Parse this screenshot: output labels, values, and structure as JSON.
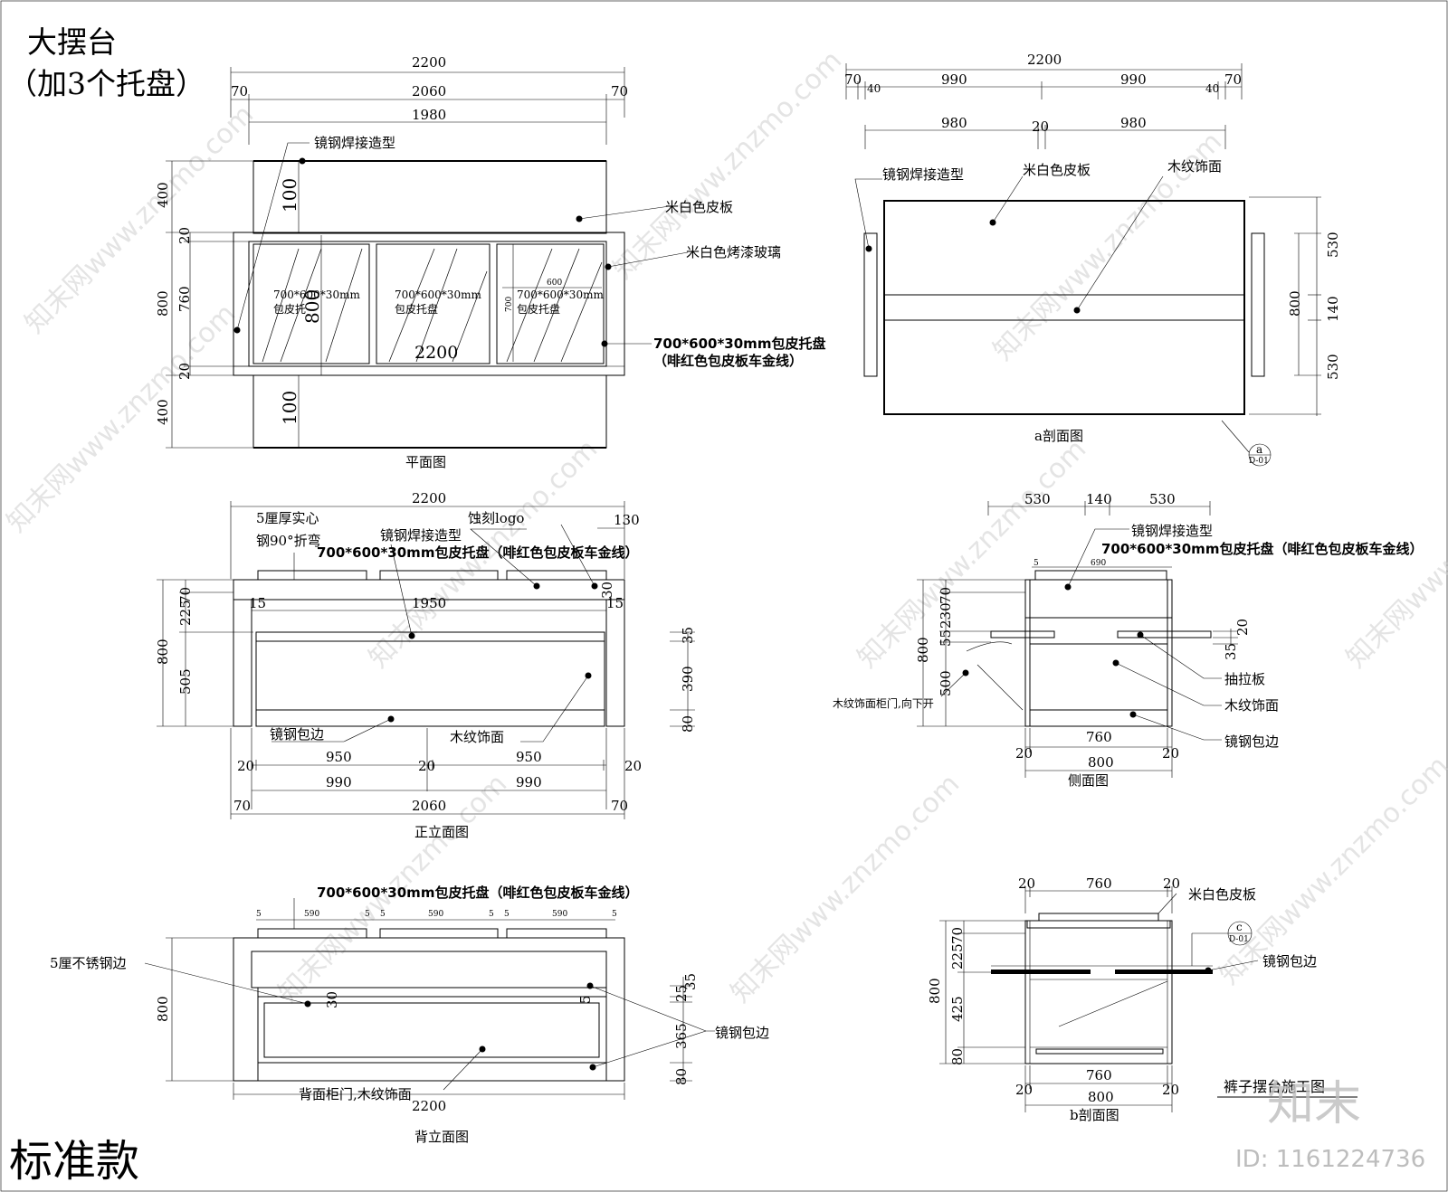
{
  "title": {
    "main": "大摆台",
    "sub": "（加3个托盘）",
    "bottom": "标准款"
  },
  "watermarks": {
    "site": "知末网www.znzmo.com",
    "logo": "知末",
    "id": "ID: 1161224736"
  },
  "plan": {
    "caption": "平面图",
    "dims_top": [
      "2200",
      "70",
      "2060",
      "70",
      "1980"
    ],
    "dims_left": [
      "400",
      "20",
      "800",
      "760",
      "20",
      "400"
    ],
    "inner_dims": [
      "100",
      "100",
      "800",
      "2200"
    ],
    "tray_label": "700*600*30mm",
    "tray_label2": "包皮托盘",
    "tray_label_cut": "包皮托",
    "tray_small": [
      "600",
      "700"
    ],
    "callouts": [
      "镜钢焊接造型",
      "米白色皮板",
      "米白色烤漆玻璃",
      "700*600*30mm包皮托盘",
      "（啡红色包皮板车金线）"
    ]
  },
  "section_a": {
    "caption": "a剖面图",
    "dims_top": [
      "2200",
      "70",
      "40",
      "990",
      "990",
      "40",
      "70",
      "980",
      "20",
      "980"
    ],
    "dims_right": [
      "530",
      "800",
      "140",
      "530"
    ],
    "callouts": [
      "镜钢焊接造型",
      "米白色皮板",
      "木纹饰面"
    ],
    "tag": {
      "letter": "a",
      "sheet": "D-01"
    }
  },
  "front": {
    "caption": "正立面图",
    "dims_top": [
      "2200",
      "130",
      "15",
      "1950",
      "15",
      "30"
    ],
    "dims_left": [
      "800",
      "70",
      "225",
      "505"
    ],
    "dims_right": [
      "35",
      "390",
      "80"
    ],
    "dims_bottom": [
      "20",
      "950",
      "20",
      "950",
      "20",
      "990",
      "990",
      "70",
      "2060",
      "70"
    ],
    "callouts": [
      "5厘厚实心",
      "钢90°折弯",
      "蚀刻logo",
      "镜钢焊接造型",
      "700*600*30mm包皮托盘（啡红色包皮板车金线）",
      "镜钢包边",
      "木纹饰面"
    ]
  },
  "side": {
    "caption": "侧面图",
    "dims_top": [
      "530",
      "140",
      "530",
      "5",
      "690"
    ],
    "dims_left": [
      "800",
      "70",
      "230",
      "55",
      "500"
    ],
    "dims_right": [
      "20",
      "35"
    ],
    "dims_bottom": [
      "760",
      "20",
      "800",
      "20"
    ],
    "callouts": [
      "镜钢焊接造型",
      "700*600*30mm包皮托盘（啡红色包皮板车金线）",
      "抽拉板",
      "木纹饰面",
      "镜钢包边",
      "木纹饰面柜门,向下开"
    ]
  },
  "back": {
    "caption": "背立面图",
    "dims_top": [
      "5",
      "590",
      "5",
      "5",
      "590",
      "5",
      "5",
      "590",
      "5"
    ],
    "dims_left": [
      "800"
    ],
    "dims_right": [
      "35",
      "25",
      "5",
      "365",
      "80"
    ],
    "dims_inner": [
      "30"
    ],
    "dims_bottom": [
      "2200"
    ],
    "callouts": [
      "700*600*30mm包皮托盘（啡红色包皮板车金线）",
      "5厘不锈钢边",
      "镜钢包边",
      "背面柜门,木纹饰面"
    ]
  },
  "section_b": {
    "caption": "b剖面图",
    "dims_top": [
      "20",
      "760",
      "20"
    ],
    "dims_left": [
      "800",
      "70",
      "225",
      "425",
      "80"
    ],
    "dims_bottom": [
      "760",
      "20",
      "800",
      "20"
    ],
    "callouts": [
      "米白色皮板",
      "镜钢包边"
    ],
    "tag": {
      "letter": "c",
      "sheet": "D-01"
    },
    "note": "裤子摆台施工图"
  }
}
